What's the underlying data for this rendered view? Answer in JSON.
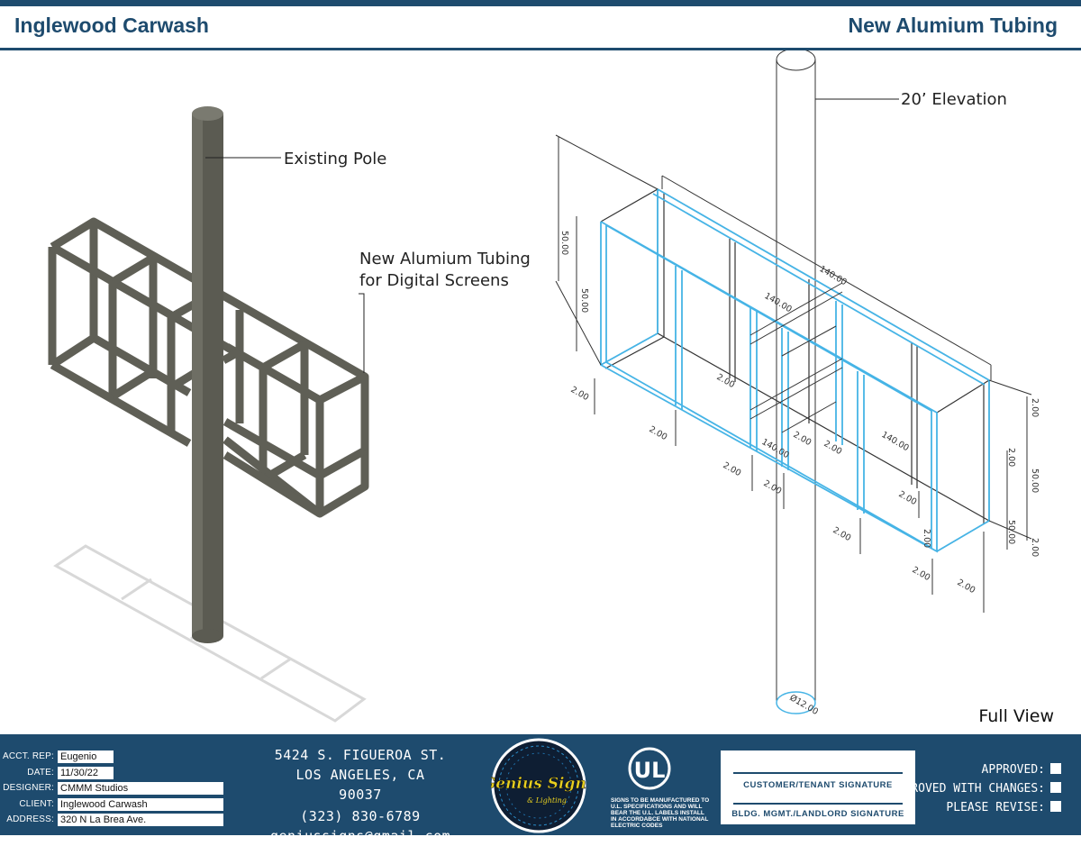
{
  "header": {
    "title_left": "Inglewood Carwash",
    "title_right": "New Alumium Tubing"
  },
  "callouts": {
    "existing_pole": "Existing Pole",
    "new_tubing_line1": "New Alumium Tubing",
    "new_tubing_line2": "for Digital Screens",
    "elevation": "20’ Elevation",
    "full_view": "Full View"
  },
  "dimensions": {
    "d140_top": "140.00",
    "d140_mid": "140.00",
    "d140_low": "140.00",
    "d140_right": "140.00",
    "d50_left_a": "50.00",
    "d50_left_b": "50.00",
    "d50_right_a": "50.00",
    "d50_right_b": "50.00",
    "d2_a": "2.00",
    "d2_b": "2.00",
    "d2_c": "2.00",
    "d2_d": "2.00",
    "d2_e": "2.00",
    "d2_f": "2.00",
    "d2_g": "2.00",
    "d2_h": "2.00",
    "d2_i": "2.00",
    "d2_j": "2.00",
    "d2_k": "2.00",
    "d2_l": "2.00",
    "d2_m": "2.00",
    "d2_n": "2.00",
    "d2_o": "2.00",
    "diameter": "Ø12.00"
  },
  "footer": {
    "fields": [
      {
        "key": "ACCT. REP:",
        "value": "Eugenio"
      },
      {
        "key": "DATE:",
        "value": "11/30/22"
      },
      {
        "key": "DESIGNER:",
        "value": "CMMM Studios"
      },
      {
        "key": "CLIENT:",
        "value": "Inglewood Carwash"
      },
      {
        "key": "ADDRESS:",
        "value": "320 N La Brea Ave."
      }
    ],
    "address_line1": "5424 S. FIGUEROA ST.",
    "address_line2": "LOS ANGELES, CA 90037",
    "phone": "(323) 830-6789",
    "email": "geniussigns@gmail.com",
    "logo_text": "Genius Signs",
    "logo_sub": "& Lighting",
    "ul_mark": "UL",
    "ul_note": "SIGNS TO BE MANUFACTURED TO U.L. SPECIFICATIONS AND WILL BEAR THE U.L. LABELS INSTALL IN ACCORDABCE WITH NATIONAL ELECTRIC CODES",
    "sig_customer": "CUSTOMER/TENANT SIGNATURE",
    "sig_landlord": "BLDG. MGMT./LANDLORD SIGNATURE",
    "approved": "APPROVED:",
    "approved_changes": "APPROVED WITH CHANGES:",
    "please_revise": "PLEASE REVISE:"
  },
  "colors": {
    "brand": "#1e4b6e",
    "tubing_blue": "#46b4e6",
    "steel": "#5c5c52"
  }
}
